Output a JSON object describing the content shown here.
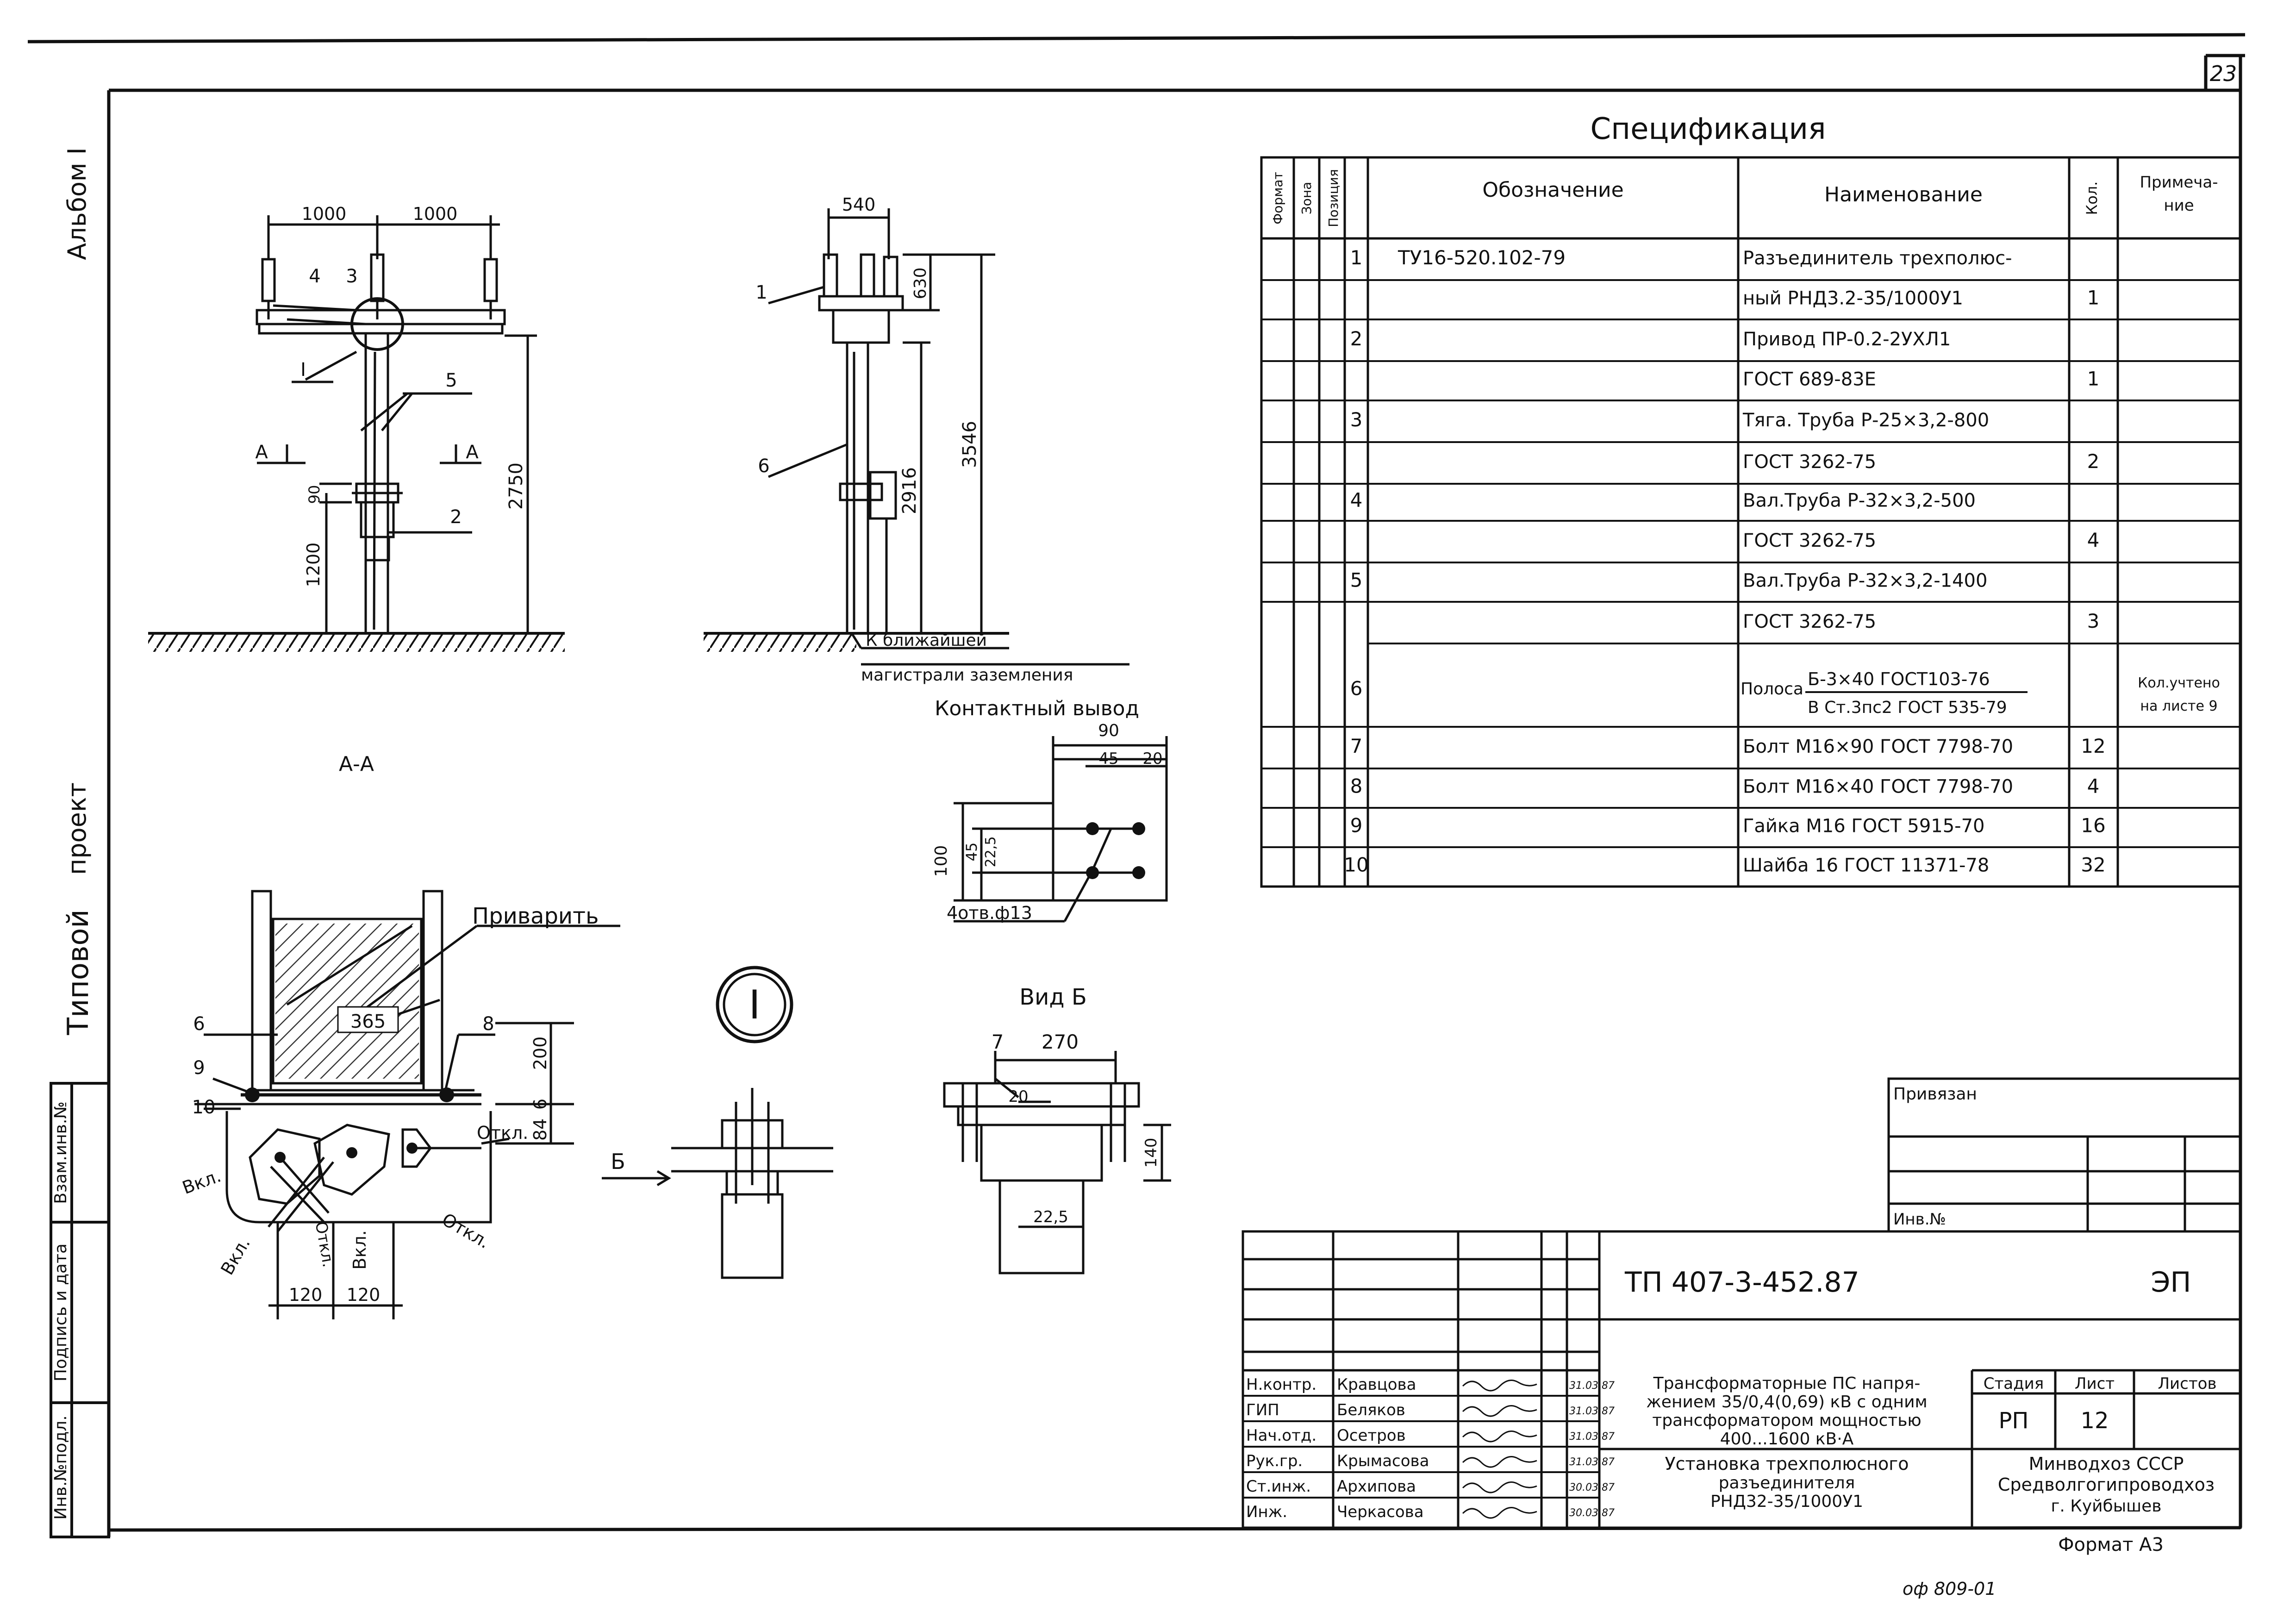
{
  "page_number": "23",
  "side": {
    "album": "Альбом I",
    "project1": "Типовой",
    "project2": "проект",
    "fields": [
      "Инв.№подл.",
      "Подпись и дата",
      "Взам.инв.№"
    ]
  },
  "spec": {
    "title": "Спецификация",
    "headers": {
      "format": "Формат",
      "zone": "Зона",
      "pos": "Позиция",
      "designation": "Обозначение",
      "name": "Наименование",
      "qty": "Кол.",
      "note1": "Примеча-",
      "note2": "ние"
    },
    "rows": [
      {
        "pos": "1",
        "des": "ТУ16-520.102-79",
        "name": "Разъединитель трехполюс-",
        "qty": "",
        "note": ""
      },
      {
        "pos": "",
        "des": "",
        "name": "ный РНД3.2-35/1000У1",
        "qty": "1",
        "note": ""
      },
      {
        "pos": "2",
        "des": "",
        "name": "Привод ПР-0.2-2УХЛ1",
        "qty": "",
        "note": ""
      },
      {
        "pos": "",
        "des": "",
        "name": "ГОСТ 689-83Е",
        "qty": "1",
        "note": ""
      },
      {
        "pos": "3",
        "des": "",
        "name": "Тяга. Труба Р-25×3,2-800",
        "qty": "",
        "note": ""
      },
      {
        "pos": "",
        "des": "",
        "name": "ГОСТ 3262-75",
        "qty": "2",
        "note": ""
      },
      {
        "pos": "4",
        "des": "",
        "name": "Вал.Труба Р-32×3,2-500",
        "qty": "",
        "note": ""
      },
      {
        "pos": "",
        "des": "",
        "name": "ГОСТ 3262-75",
        "qty": "4",
        "note": ""
      },
      {
        "pos": "5",
        "des": "",
        "name": "Вал.Труба Р-32×3,2-1400",
        "qty": "",
        "note": ""
      },
      {
        "pos": "",
        "des": "",
        "name": "ГОСТ 3262-75",
        "qty": "3",
        "note": ""
      },
      {
        "pos": "6",
        "des": "",
        "name": "",
        "qty": "",
        "note": ""
      },
      {
        "pos": "7",
        "des": "",
        "name": "Болт М16×90 ГОСТ 7798-70",
        "qty": "12",
        "note": ""
      },
      {
        "pos": "8",
        "des": "",
        "name": "Болт М16×40 ГОСТ 7798-70",
        "qty": "4",
        "note": ""
      },
      {
        "pos": "9",
        "des": "",
        "name": "Гайка М16 ГОСТ 5915-70",
        "qty": "16",
        "note": ""
      },
      {
        "pos": "10",
        "des": "",
        "name": "Шайба 16 ГОСТ 11371-78",
        "qty": "32",
        "note": ""
      }
    ],
    "row6": {
      "prefix": "Полоса",
      "numerator": "Б-3×40 ГОСТ103-76",
      "denominator": "В Ст.3пс2 ГОСТ 535-79",
      "note1": "Кол.учтено",
      "note2": "на листе 9"
    }
  },
  "drawing": {
    "dims_front": [
      "1000",
      "1000",
      "2750",
      "1200",
      "90"
    ],
    "dims_side": [
      "540",
      "630",
      "3546",
      "2916"
    ],
    "callouts": [
      "1",
      "2",
      "3",
      "4",
      "5",
      "6",
      "7",
      "8",
      "9",
      "10",
      "I"
    ],
    "section_mark": "А",
    "ground_label1": "К ближайшей",
    "ground_label2": "магистрали заземления",
    "section_aa": "А-А",
    "weld_label": "Приварить",
    "on_label": "Вкл.",
    "off_label": "Откл.",
    "dims_plan": [
      "365",
      "200",
      "6",
      "84",
      "120",
      "120"
    ],
    "contact_title": "Контактный вывод",
    "contact_dims": [
      "90",
      "45",
      "20",
      "100",
      "45",
      "22,5"
    ],
    "holes_label": "4отв.ф13",
    "view_b": "Вид Б",
    "view_b_dims": [
      "270",
      "20",
      "140",
      "22,5"
    ],
    "arrow_b": "Б"
  },
  "stamp": {
    "attached": "Привязан",
    "inv": "Инв.№",
    "code": "ТП 407-3-452.87",
    "sheet_code": "ЭП",
    "roles": [
      "Н.контр.",
      "ГИП",
      "Нач.отд.",
      "Рук.гр.",
      "Ст.инж.",
      "Инж."
    ],
    "names": [
      "Кравцова",
      "Беляков",
      "Осетров",
      "Крымасова",
      "Архипова",
      "Черкасова"
    ],
    "dates": [
      "31.03.87",
      "31.03.87",
      "31.03.87",
      "31.03.87",
      "30.03.87",
      "30.03.87"
    ],
    "title1": [
      "Трансформаторные ПС напря-",
      "жением 35/0,4(0,69) кВ с одним",
      "трансформатором мощностью",
      "400...1600 кВ·А"
    ],
    "title2": [
      "Установка трехполюсного",
      "разъединителя",
      "РНД32-35/1000У1"
    ],
    "stage_h": "Стадия",
    "sheet_h": "Лист",
    "sheets_h": "Листов",
    "stage": "РП",
    "sheet": "12",
    "sheets": "",
    "org": [
      "Минводхоз СССР",
      "Средволгогипроводхоз",
      "г. Куйбышев"
    ],
    "format": "Формат А3"
  },
  "footer_code": "оф 809-01"
}
